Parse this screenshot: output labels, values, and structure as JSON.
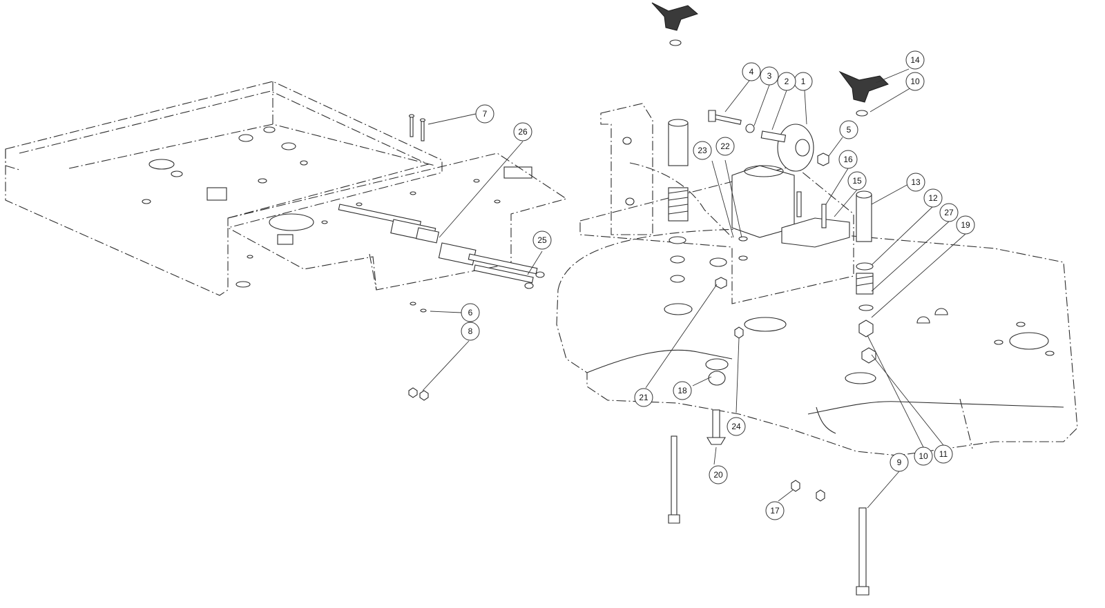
{
  "callouts": [
    {
      "id": "c1",
      "label": "1"
    },
    {
      "id": "c2",
      "label": "2"
    },
    {
      "id": "c3",
      "label": "3"
    },
    {
      "id": "c4",
      "label": "4"
    },
    {
      "id": "c5",
      "label": "5"
    },
    {
      "id": "c6",
      "label": "6"
    },
    {
      "id": "c7",
      "label": "7"
    },
    {
      "id": "c8",
      "label": "8"
    },
    {
      "id": "c9",
      "label": "9"
    },
    {
      "id": "c10a",
      "label": "10"
    },
    {
      "id": "c10b",
      "label": "10"
    },
    {
      "id": "c11",
      "label": "11"
    },
    {
      "id": "c12",
      "label": "12"
    },
    {
      "id": "c13",
      "label": "13"
    },
    {
      "id": "c14",
      "label": "14"
    },
    {
      "id": "c15",
      "label": "15"
    },
    {
      "id": "c16",
      "label": "16"
    },
    {
      "id": "c17",
      "label": "17"
    },
    {
      "id": "c18",
      "label": "18"
    },
    {
      "id": "c19",
      "label": "19"
    },
    {
      "id": "c20",
      "label": "20"
    },
    {
      "id": "c21",
      "label": "21"
    },
    {
      "id": "c22",
      "label": "22"
    },
    {
      "id": "c23",
      "label": "23"
    },
    {
      "id": "c24",
      "label": "24"
    },
    {
      "id": "c25",
      "label": "25"
    },
    {
      "id": "c26",
      "label": "26"
    },
    {
      "id": "c27",
      "label": "27"
    }
  ]
}
